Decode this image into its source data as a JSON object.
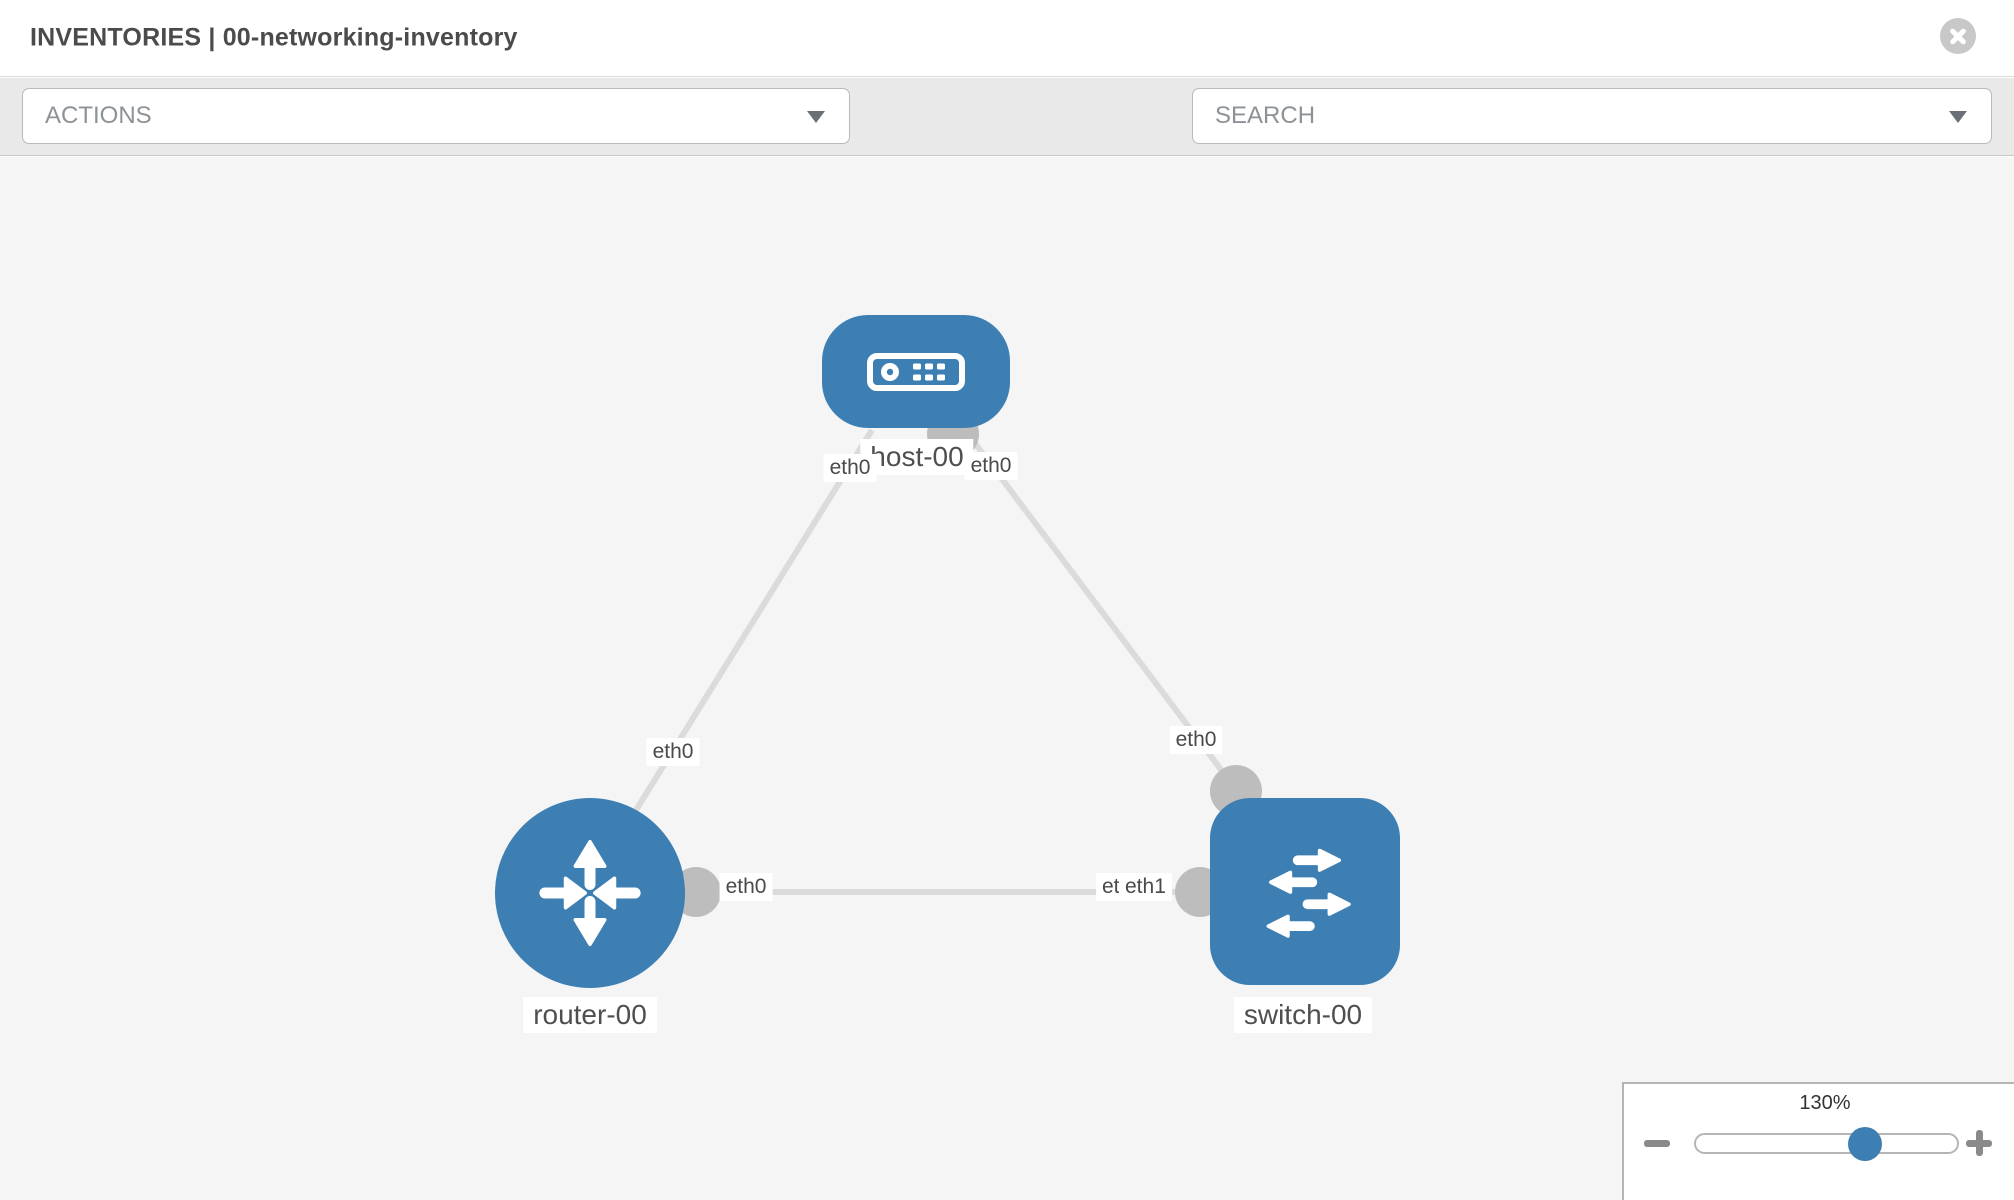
{
  "header": {
    "title": "INVENTORIES | 00-networking-inventory"
  },
  "toolbar": {
    "actions_dropdown": {
      "label": "ACTIONS"
    },
    "search_dropdown": {
      "label": "SEARCH"
    },
    "icons": [
      "wrench-icon",
      "key-icon"
    ]
  },
  "topology": {
    "nodes": [
      {
        "id": "host-00",
        "label": "host-00",
        "type": "host"
      },
      {
        "id": "router-00",
        "label": "router-00",
        "type": "router"
      },
      {
        "id": "switch-00",
        "label": "switch-00",
        "type": "switch"
      }
    ],
    "links": [
      {
        "from": "host-00",
        "from_interface": "eth0",
        "to": "router-00",
        "to_interface": "eth0"
      },
      {
        "from": "host-00",
        "from_interface": "eth0",
        "to": "switch-00",
        "to_interface": "eth0"
      },
      {
        "from": "router-00",
        "from_interface": "eth0",
        "to": "switch-00",
        "to_interface": "eth1"
      }
    ],
    "interface_labels": [
      {
        "text": "eth0",
        "position": "host-left"
      },
      {
        "text": "eth0",
        "position": "host-right"
      },
      {
        "text": "eth0",
        "position": "router-top"
      },
      {
        "text": "eth0",
        "position": "switch-top"
      },
      {
        "text": "eth0",
        "position": "router-right"
      },
      {
        "text": "eth1",
        "position": "switch-left-back"
      },
      {
        "text": "eth1",
        "position": "switch-left-front"
      }
    ]
  },
  "zoom_control": {
    "level": "130%"
  },
  "colors": {
    "node_blue": "#3d7eb3",
    "link_gray": "#dbdbdb",
    "connector_gray": "#bdbdbd",
    "canvas_bg": "#f5f5f5",
    "toolbar_bg": "#e9e9e9"
  }
}
